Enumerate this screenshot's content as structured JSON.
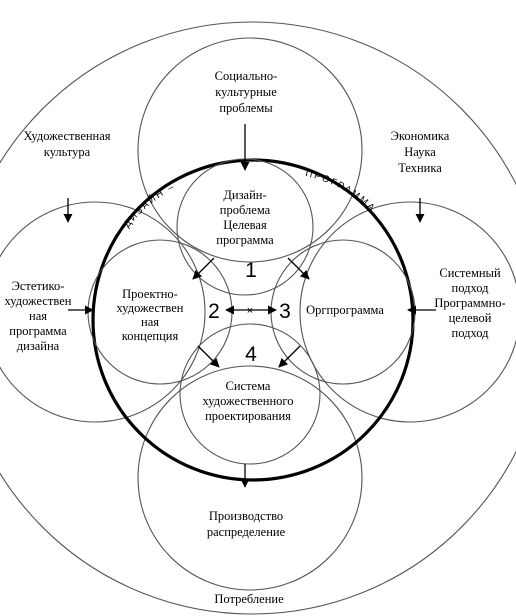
{
  "outer_labels": {
    "culture": [
      "Художественная",
      "культура"
    ],
    "social": [
      "Социально-",
      "культурные",
      "проблемы"
    ],
    "economy": [
      "Экономика",
      "Наука",
      "Техника"
    ],
    "aesthetic": [
      "Эстетико-",
      "художествен",
      "ная",
      "программа",
      "дизайна"
    ],
    "system": [
      "Системный",
      "подход",
      "Программно-",
      "целевой",
      "подход"
    ],
    "production": [
      "Производство",
      "распределение"
    ],
    "consumption": [
      "Потребление"
    ]
  },
  "inner_labels": {
    "problem": [
      "Дизайн-",
      "проблема",
      "Целевая",
      "программа"
    ],
    "concept": [
      "Проектно-",
      "художествен",
      "ная",
      "концепция"
    ],
    "orgprogram": [
      "Оргпрограмма"
    ],
    "design_system": [
      "Система",
      "художественного",
      "проектирования"
    ]
  },
  "numbers": {
    "n1": "1",
    "n2": "2",
    "n3": "3",
    "n4": "4"
  },
  "arc_text": {
    "left": "ДИЗАЙН –",
    "right": "ПРОГРАММА"
  }
}
